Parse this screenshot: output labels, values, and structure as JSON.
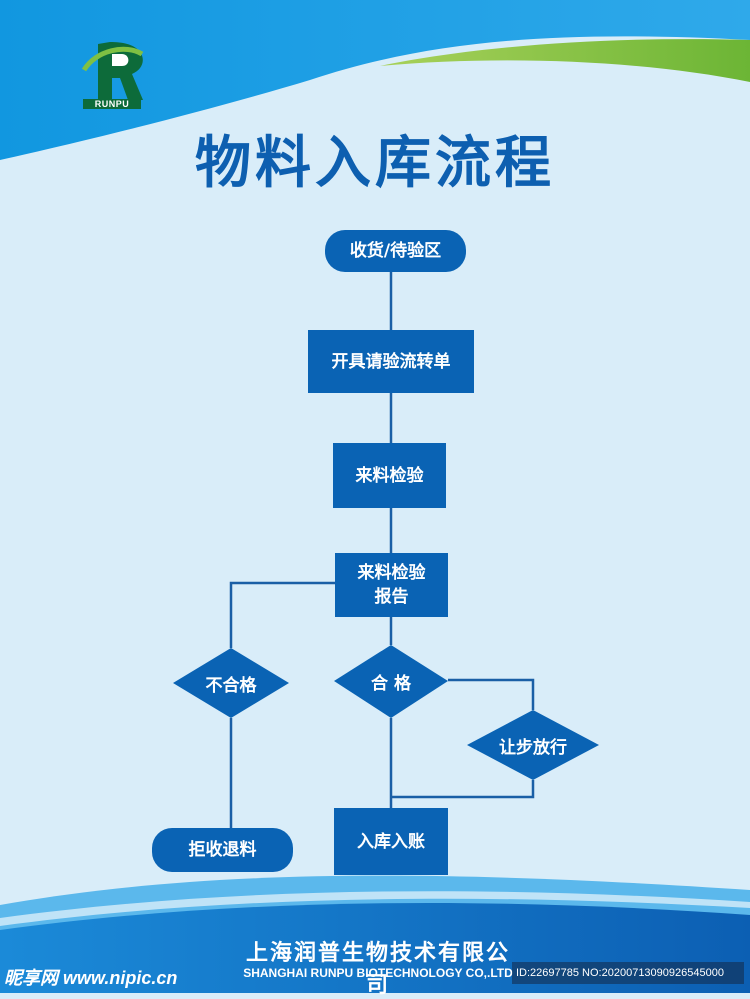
{
  "logo": {
    "text": "RUNPU"
  },
  "title": "物料入库流程",
  "flow": {
    "receive": "收货/待验区",
    "issue_form": "开具请验流转单",
    "inspect": "来料检验",
    "report": "来料检验报告",
    "fail": "不合格",
    "pass": "合 格",
    "concession": "让步放行",
    "reject": "拒收退料",
    "stock_in": "入库入账"
  },
  "footer": {
    "company_cn": "上海润普生物技术有限公司",
    "company_en": "SHANGHAI RUNPU BIOTECHNOLOGY CO,.LTD"
  },
  "watermark": {
    "site": "昵享网 www.nipic.cn",
    "id": "ID:22697785 NO:20200713090926545000"
  },
  "colors": {
    "node_fill": "#0a63b4",
    "connector": "#1a5fa6",
    "background": "#d9edf9",
    "title": "#0d5fb0",
    "logo_green": "#0d6b3a"
  }
}
